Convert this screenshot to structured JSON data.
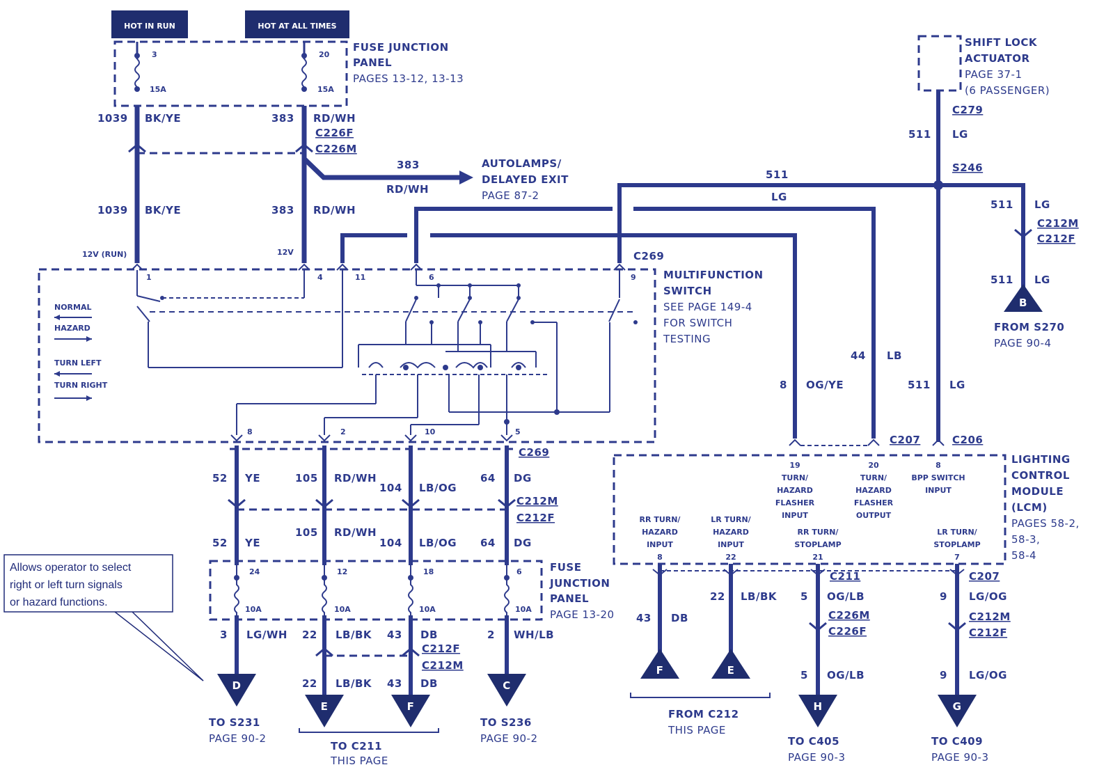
{
  "header_boxes": {
    "hot_in_run": "HOT IN RUN",
    "hot_at_all_times": "HOT AT ALL TIMES"
  },
  "fuse_panel_top": {
    "title1": "FUSE JUNCTION",
    "title2": "PANEL",
    "pages": "PAGES 13-12, 13-13",
    "fuse_a_num": "3",
    "fuse_a_amp": "15A",
    "fuse_b_num": "20",
    "fuse_b_amp": "15A"
  },
  "wires_top": {
    "w1039a": "1039",
    "c1039a": "BK/YE",
    "w383a": "383",
    "c383a": "RD/WH",
    "c226f": "C226F",
    "c226m": "C226M",
    "w1039b": "1039",
    "c1039b": "BK/YE",
    "w383b": "383",
    "c383b": "RD/WH",
    "run12v": "12V (RUN)",
    "v12": "12V",
    "w383c": "383",
    "c383c": "RD/WH"
  },
  "autolamps": {
    "line1": "AUTOLAMPS/",
    "line2": "DELAYED EXIT",
    "page": "PAGE 87-2"
  },
  "shift_lock": {
    "line1": "SHIFT LOCK",
    "line2": "ACTUATOR",
    "page": "PAGE 37-1",
    "note": "(6 PASSENGER)",
    "c279": "C279",
    "w511": "511",
    "lg": "LG",
    "s246": "S246"
  },
  "top_bus": {
    "w511": "511",
    "lg": "LG"
  },
  "b_branch": {
    "w511a": "511",
    "lga": "LG",
    "c212m": "C212M",
    "c212f": "C212F",
    "w511b": "511",
    "lgb": "LG",
    "letter": "B",
    "from": "FROM S270",
    "page": "PAGE 90-4"
  },
  "mfs": {
    "c269": "C269",
    "title1": "MULTIFUNCTION",
    "title2": "SWITCH",
    "see1": "SEE PAGE 149-4",
    "see2": "FOR SWITCH",
    "see3": "TESTING",
    "normal": "NORMAL",
    "hazard": "HAZARD",
    "turn_left": "TURN LEFT",
    "turn_right": "TURN RIGHT",
    "pin1": "1",
    "pin4": "4",
    "pin11": "11",
    "pin6": "6",
    "pin9": "9",
    "pin8": "8",
    "pin2": "2",
    "pin10": "10",
    "pin5": "5"
  },
  "right_wires": {
    "w8": "8",
    "c8": "OG/YE",
    "w44": "44",
    "c44": "LB",
    "w511": "511",
    "c511": "LG",
    "c207": "C207",
    "c206": "C206"
  },
  "lcm": {
    "title1": "LIGHTING",
    "title2": "CONTROL",
    "title3": "MODULE",
    "title4": "(LCM)",
    "pages1": "PAGES 58-2,",
    "pages2": "58-3,",
    "pages3": "58-4",
    "p19": "19",
    "p19a": "TURN/",
    "p19b": "HAZARD",
    "p19c": "FLASHER",
    "p19d": "INPUT",
    "p20": "20",
    "p20a": "TURN/",
    "p20b": "HAZARD",
    "p20c": "FLASHER",
    "p20d": "OUTPUT",
    "p8": "8",
    "p8a": "BPP SWITCH",
    "p8b": "INPUT",
    "rr1": "RR TURN/",
    "rr2": "HAZARD",
    "rr3": "INPUT",
    "rrp": "8",
    "lr1": "LR TURN/",
    "lr2": "HAZARD",
    "lr3": "INPUT",
    "lrp": "22",
    "rrs1": "RR TURN/",
    "rrs2": "STOPLAMP",
    "rrsp": "21",
    "lrs1": "LR TURN/",
    "lrs2": "STOPLAMP",
    "lrsp": "7"
  },
  "bottom_left": {
    "c269": "C269",
    "w52a": "52",
    "c52a": "YE",
    "w105a": "105",
    "c105a": "RD/WH",
    "w104a": "104",
    "c104a": "LB/OG",
    "w64a": "64",
    "c64a": "DG",
    "c212m": "C212M",
    "c212f": "C212F",
    "w52b": "52",
    "c52b": "YE",
    "w105b": "105",
    "c105b": "RD/WH",
    "w104b": "104",
    "c104b": "LB/OG",
    "w64b": "64",
    "c64b": "DG"
  },
  "fuse_panel_bottom": {
    "title1": "FUSE",
    "title2": "JUNCTION",
    "title3": "PANEL",
    "page": "PAGE 13-20",
    "f24": "24",
    "f12": "12",
    "f18": "18",
    "f6": "6",
    "a1": "10A",
    "a2": "10A",
    "a3": "10A",
    "a4": "10A"
  },
  "outputs_left": {
    "w3": "3",
    "c3": "LG/WH",
    "w22": "22",
    "c22": "LB/BK",
    "w43": "43",
    "c43": "DB",
    "w2": "2",
    "c2": "WH/LB",
    "c212f": "C212F",
    "c212m": "C212M",
    "w22b": "22",
    "c22b": "LB/BK",
    "w43b": "43",
    "c43b": "DB",
    "D": "D",
    "E": "E",
    "F": "F",
    "C": "C",
    "toS231": "TO S231",
    "p902a": "PAGE 90-2",
    "toC211": "TO C211",
    "thisPage": "THIS PAGE",
    "toS236": "TO S236",
    "p902b": "PAGE 90-2"
  },
  "outputs_right": {
    "w43": "43",
    "c43": "DB",
    "w22": "22",
    "c22": "LB/BK",
    "F": "F",
    "E": "E",
    "fromC212": "FROM C212",
    "thisPage": "THIS PAGE",
    "c211": "C211",
    "w5a": "5",
    "c5a": "OG/LB",
    "c226m": "C226M",
    "c226f": "C226F",
    "w5b": "5",
    "c5b": "OG/LB",
    "H": "H",
    "toC405": "TO C405",
    "p903a": "PAGE 90-3",
    "c207": "C207",
    "w9a": "9",
    "c9a": "LG/OG",
    "c212m": "C212M",
    "c212f": "C212F",
    "w9b": "9",
    "c9b": "LG/OG",
    "G": "G",
    "toC409": "TO C409",
    "p903b": "PAGE 90-3"
  },
  "note": {
    "line1": "Allows operator to select",
    "line2": "right or left turn signals",
    "line3": "or hazard functions."
  }
}
